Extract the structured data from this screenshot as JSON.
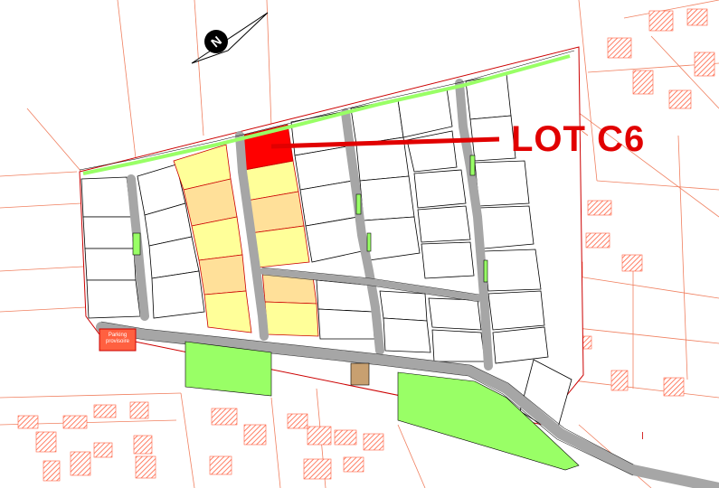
{
  "map": {
    "lot_label": "LOT C6",
    "parking_label": "Parking\nprovisoire",
    "compass_letter": "N",
    "edge_marker": "—"
  },
  "colors": {
    "highlight_lot": "#ff0000",
    "yellow_lot": "#ffff99",
    "orange_lot": "#ffe099",
    "road": "#a6a6a6",
    "green_space": "#99ff66",
    "parcel_line": "#f08060",
    "hatched_building": "#ff6040",
    "brown_plaza": "#c8a070",
    "lot_outline": "#000000",
    "boundary_red": "#cc0000"
  },
  "icons": {
    "compass": "north-arrow-icon"
  }
}
